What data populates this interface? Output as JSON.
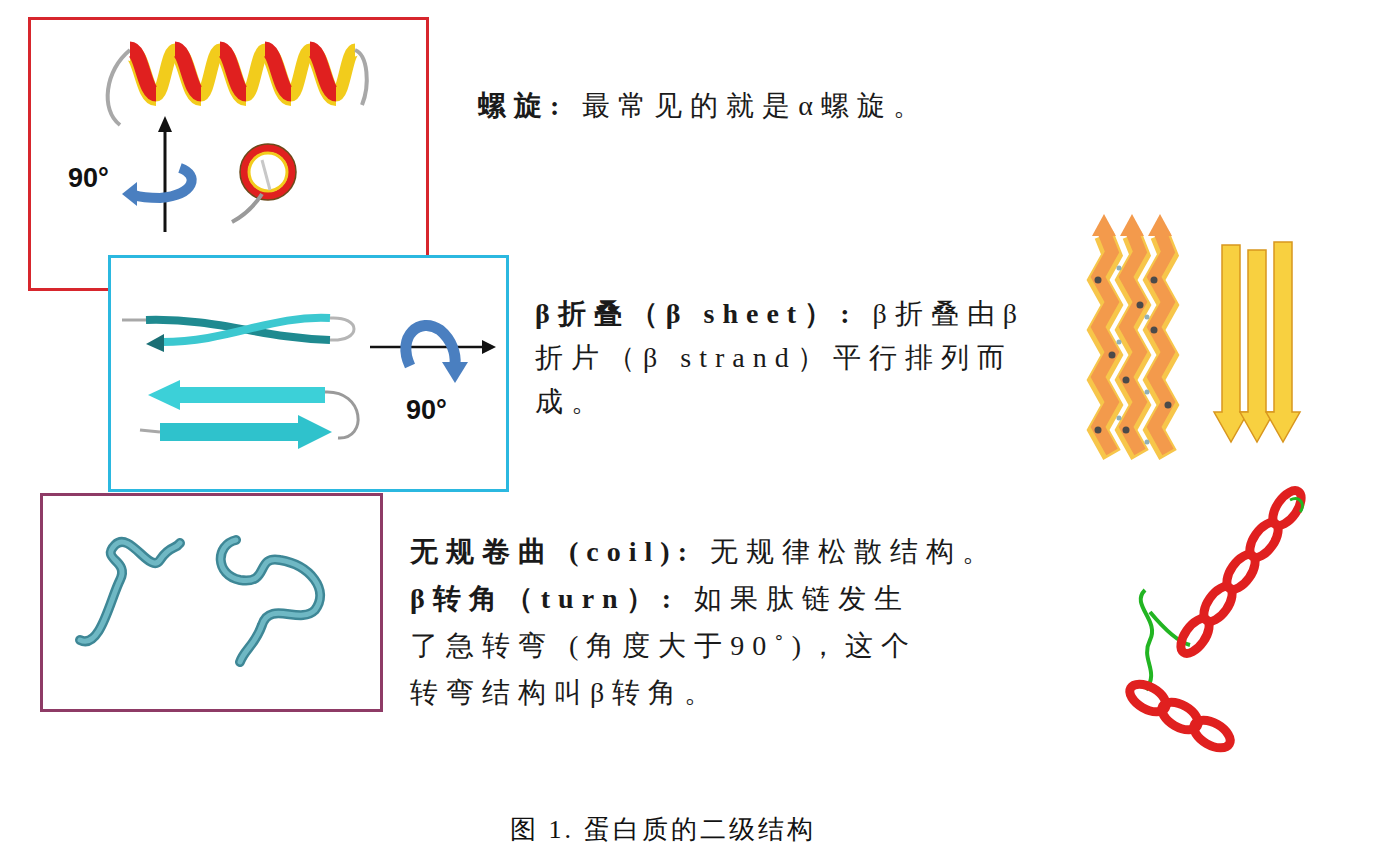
{
  "diagram": {
    "caption": "图 1. 蛋白质的二级结构",
    "nodes": [
      {
        "text": [
          "90°"
        ]
      },
      {
        "text": [
          "90°"
        ]
      }
    ],
    "labels": [
      "螺旋:",
      "最常见的就是α螺旋。",
      "β折叠（β sheet）:",
      "β折叠由β折片（β strand）平行排列而成。",
      "无规卷曲 (coil):",
      "无规律松散结构。",
      "β转角（turn）:",
      "如果肽链发生了急转弯 (角度大于90˚)，这个转弯结构叫β转角。"
    ]
  }
}
